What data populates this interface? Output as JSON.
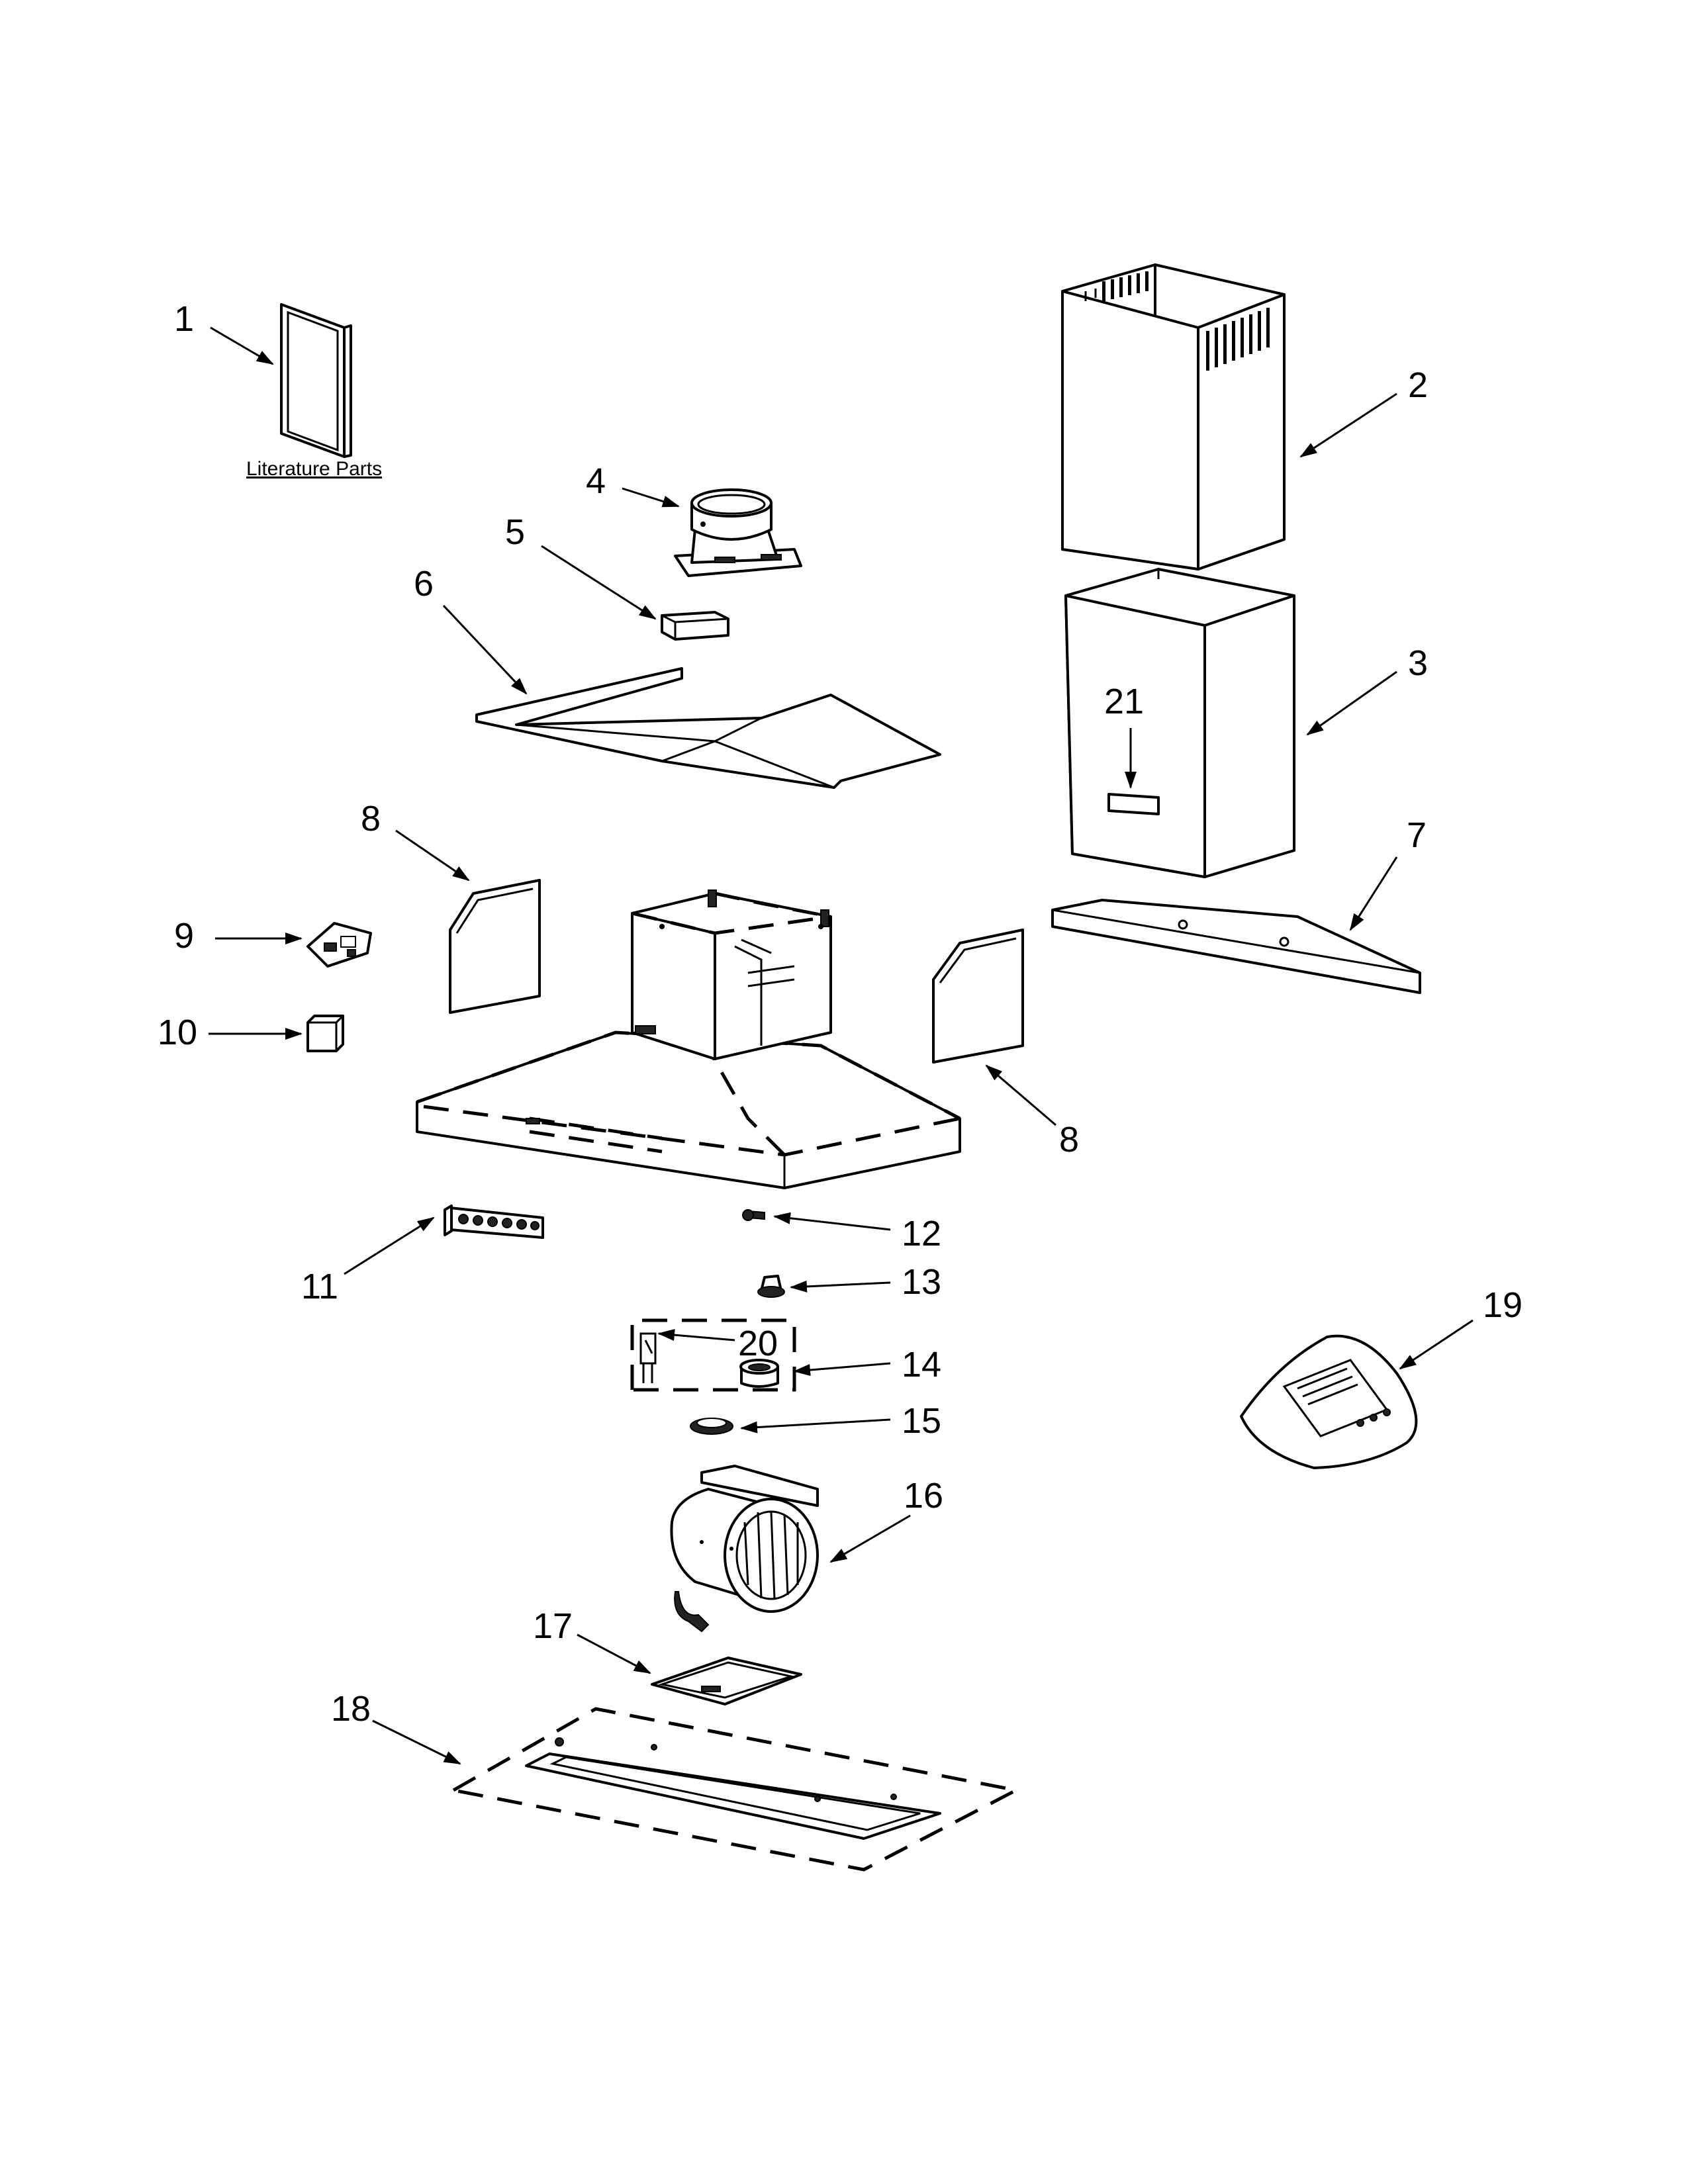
{
  "diagram": {
    "literature_label": "Literature Parts",
    "callouts": {
      "c1": "1",
      "c2": "2",
      "c3": "3",
      "c4": "4",
      "c5": "5",
      "c6": "6",
      "c7": "7",
      "c8a": "8",
      "c8b": "8",
      "c9": "9",
      "c10": "10",
      "c11": "11",
      "c12": "12",
      "c13": "13",
      "c14": "14",
      "c15": "15",
      "c16": "16",
      "c17": "17",
      "c18": "18",
      "c19": "19",
      "c20": "20",
      "c21": "21"
    }
  }
}
